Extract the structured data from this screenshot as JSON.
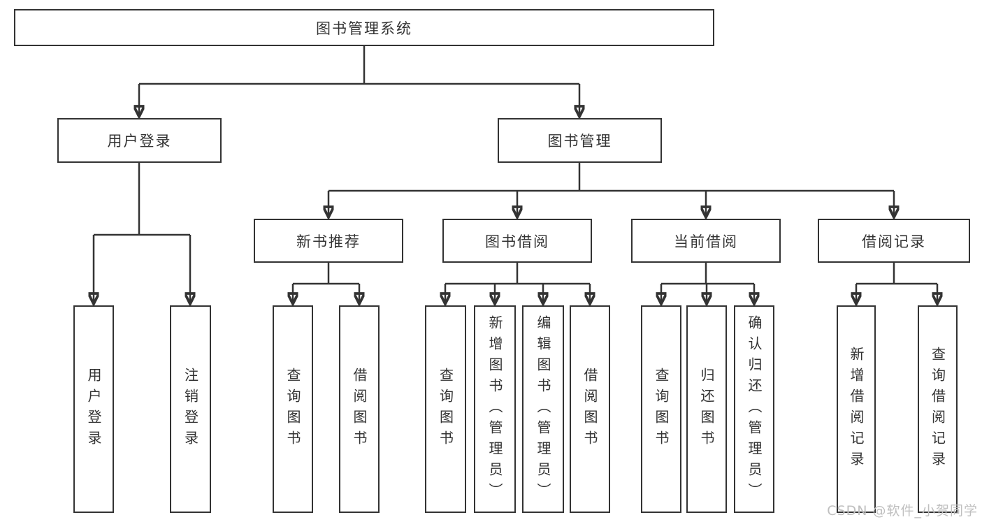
{
  "diagram": {
    "root": {
      "label": "图书管理系统"
    },
    "level2": [
      {
        "id": "user-login",
        "label": "用户登录"
      },
      {
        "id": "book-management",
        "label": "图书管理"
      }
    ],
    "level3": [
      {
        "id": "new-book-recommend",
        "label": "新书推荐"
      },
      {
        "id": "book-borrowing",
        "label": "图书借阅"
      },
      {
        "id": "current-borrowing",
        "label": "当前借阅"
      },
      {
        "id": "borrowing-records",
        "label": "借阅记录"
      }
    ],
    "leaves": {
      "user_login": [
        "用户登录",
        "注销登录"
      ],
      "new_book_recommend": [
        "查询图书",
        "借阅图书"
      ],
      "book_borrowing": [
        "查询图书",
        "新增图书（管理员）",
        "编辑图书（管理员）",
        "借阅图书"
      ],
      "current_borrowing": [
        "查询图书",
        "归还图书",
        "确认归还（管理员）"
      ],
      "borrowing_records": [
        "新增借阅记录",
        "查询借阅记录"
      ]
    }
  },
  "watermark": "CSDN @软件_小贺同学",
  "colors": {
    "line": "#333333",
    "text": "#333333",
    "watermark_color": "#bfbfbf",
    "background": "#ffffff"
  }
}
